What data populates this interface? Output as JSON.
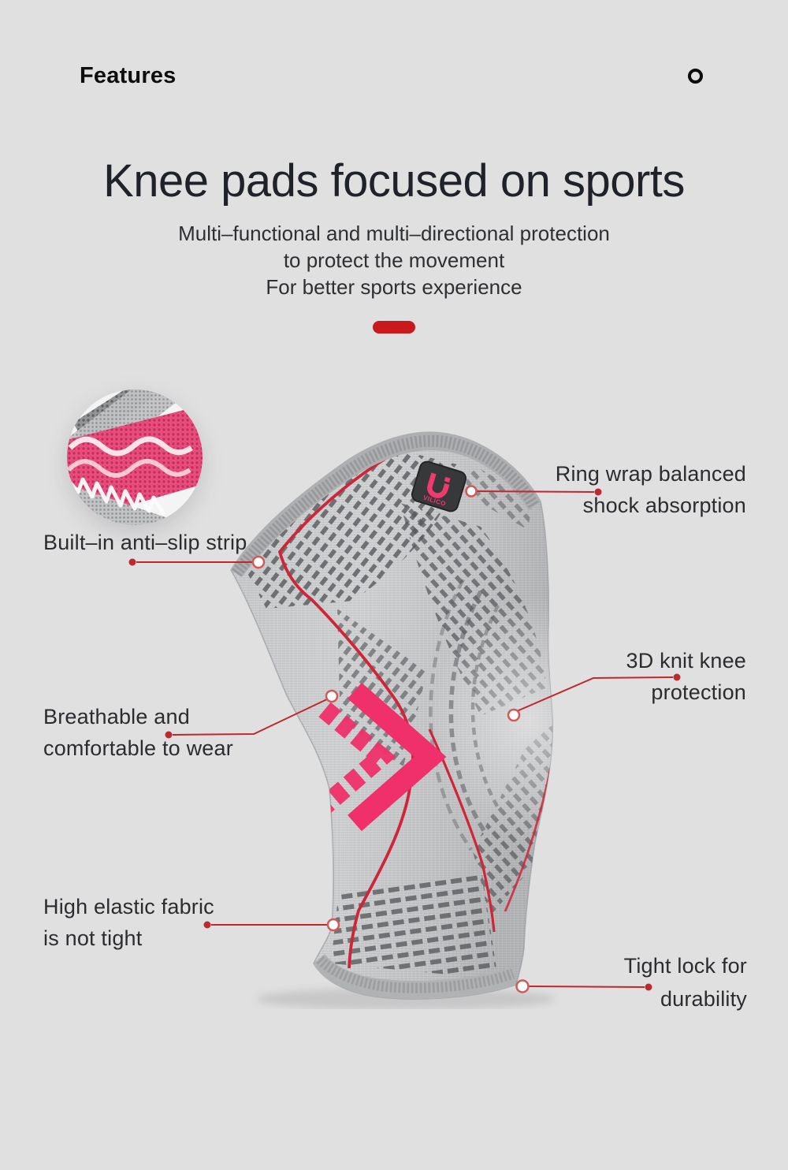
{
  "page": {
    "background": "#e0e0e1",
    "accent_red": "#c9191c",
    "leader_line_red": "#c2272d",
    "accent_pink": "#ef306a"
  },
  "header": {
    "label": "Features",
    "icon": "circle-outline-icon"
  },
  "hero": {
    "title": "Knee pads focused on sports",
    "subtitle_lines": [
      "Multi–functional and multi–directional protection",
      "to protect the movement",
      "For better sports experience"
    ]
  },
  "product": {
    "name": "Gray knitted sports knee pad with pink chevron accents",
    "logo_text": "VILICO"
  },
  "callouts": [
    {
      "id": "ring-wrap",
      "side": "right",
      "lines": [
        "Ring wrap balanced",
        "shock absorption"
      ]
    },
    {
      "id": "anti-slip",
      "side": "left",
      "lines": [
        "Built–in anti–slip strip"
      ]
    },
    {
      "id": "knit-protection",
      "side": "right",
      "lines": [
        "3D knit knee",
        "protection"
      ]
    },
    {
      "id": "breathable",
      "side": "left",
      "lines": [
        "Breathable and",
        "comfortable to wear"
      ]
    },
    {
      "id": "high-elastic",
      "side": "left",
      "lines": [
        "High elastic fabric",
        "is not tight"
      ]
    },
    {
      "id": "tight-lock",
      "side": "right",
      "lines": [
        "Tight lock for",
        "durability"
      ]
    }
  ]
}
